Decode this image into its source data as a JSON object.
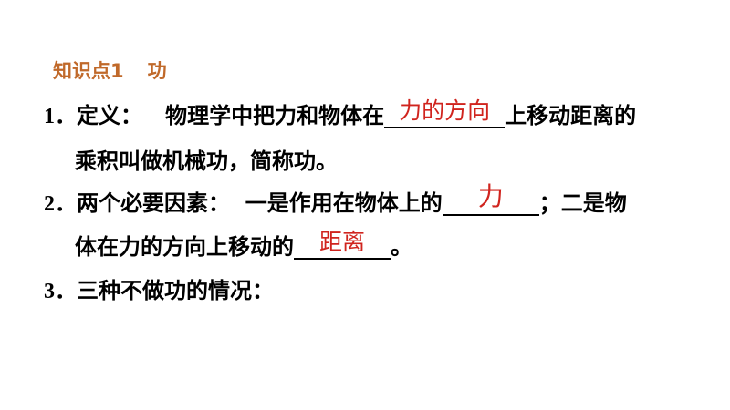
{
  "section": {
    "label": "知识点1",
    "topic": "功"
  },
  "items": [
    {
      "number": "1",
      "lead": "定义：",
      "text_before": "物理学中把力和物体在",
      "answer": "力的方向",
      "text_after": "上移动距离的",
      "continuation": "乘积叫做机械功，简称功。"
    },
    {
      "number": "2",
      "lead": "两个必要因素：",
      "text_before": "一是作用在物体上的",
      "answer": "力",
      "text_after": "；二是物",
      "continuation_before": "体在力的方向上移动的",
      "answer2": "距离",
      "continuation_after": "。"
    },
    {
      "number": "3",
      "lead": "三种不做功的情况："
    }
  ],
  "colors": {
    "heading": "#c0692a",
    "answer": "#d0241e"
  }
}
